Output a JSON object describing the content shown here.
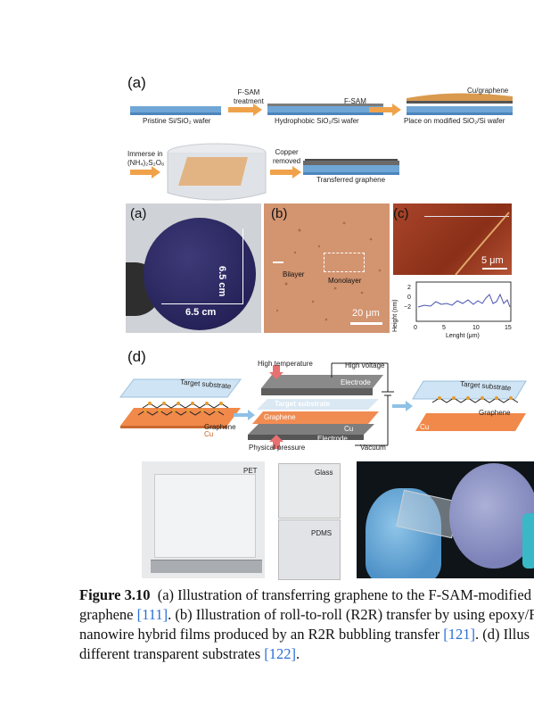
{
  "panel_a1": {
    "letter": "(a)",
    "step1_label": "Pristine Si/SiO₂ wafer",
    "fsam_treatment": [
      "F-SAM",
      "treatment"
    ],
    "step2_top": "F-SAM",
    "step2_label": "Hydrophobic SiO₂/Si wafer",
    "step3_top": "Cu/graphene",
    "step3_label": "Place on modified SiO₂/Si wafer",
    "immerse": [
      "Immerse in",
      "(NH₄)₂S₂O₈"
    ],
    "copper_removed": [
      "Copper",
      "removed"
    ],
    "transferred": "Transferred graphene"
  },
  "panel_b": {
    "a_letter": "(a)",
    "b_letter": "(b)",
    "c_letter": "(c)",
    "dim_vertical": "6.5 cm",
    "dim_horizontal": "6.5 cm",
    "bilayer": "Bilayer",
    "monolayer": "Monolayer",
    "scale_b": "20 μm",
    "scale_c": "5 μm",
    "plot_ylabel": "Height (nm)",
    "plot_xlabel": "Lenght (μm)",
    "plot_yticks": [
      "2",
      "0",
      "−2"
    ],
    "plot_xticks": [
      "0",
      "5",
      "10",
      "15"
    ]
  },
  "panel_d": {
    "letter": "(d)",
    "target_substrate_left": "Target substrate",
    "graphene_left": "Graphene",
    "cu_left": "Cu",
    "high_temperature": "High temperature",
    "high_voltage": "High voltage",
    "electrode_top": "Electrode",
    "target_substrate_mid": "Target substrate",
    "graphene_mid": "Graphene",
    "cu_mid": "Cu",
    "electrode_bottom": "Electrode",
    "physical_pressure": "Physical pressure",
    "vacuum": "Vacuum",
    "target_substrate_right": "Target substrate",
    "graphene_right": "Graphene",
    "cu_right": "Cu",
    "pet": "PET",
    "glass": "Glass",
    "pdms": "PDMS"
  },
  "caption": {
    "fig_label": "Figure 3.10",
    "line1": "(a) Illustration of transferring graphene to the F-SAM-modified",
    "line2_a": "graphene ",
    "ref1": "[111]",
    "line2_b": ". (b) Illustration of roll-to-roll (R2R) transfer by using epoxy/F",
    "line3_a": "nanowire hybrid films produced by an R2R bubbling transfer ",
    "ref2": "[121]",
    "line3_b": ". (d) Illus",
    "line4_a": "different transparent substrates ",
    "ref3": "[122]",
    "line4_b": "."
  }
}
